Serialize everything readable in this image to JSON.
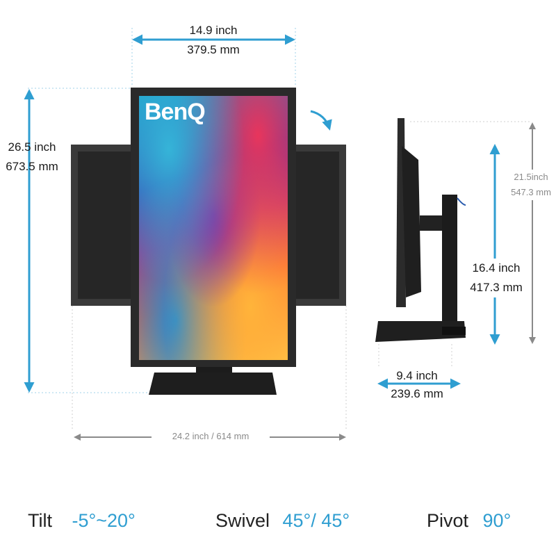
{
  "dimensions": {
    "width_top": {
      "inch": "14.9 inch",
      "mm": "379.5 mm"
    },
    "height_left": {
      "inch": "26.5 inch",
      "mm": "673.5 mm"
    },
    "bottom_width": "24.2 inch / 614  mm",
    "side_max_height": {
      "inch": "21.5inch",
      "mm": "547.3 mm"
    },
    "side_min_height": {
      "inch": "16.4 inch",
      "mm": "417.3 mm"
    },
    "side_depth": {
      "inch": "9.4 inch",
      "mm": "239.6 mm"
    }
  },
  "monitor": {
    "brand": "BenQ"
  },
  "specs": [
    {
      "label": "Tilt",
      "value": "-5°~20°"
    },
    {
      "label": "Swivel",
      "value": "45°/ 45°"
    },
    {
      "label": "Pivot",
      "value": "90°"
    }
  ],
  "colors": {
    "accent": "#2f9ed1",
    "gray_arrow": "#8a8a8a",
    "bezel": "#2a2a2a"
  }
}
